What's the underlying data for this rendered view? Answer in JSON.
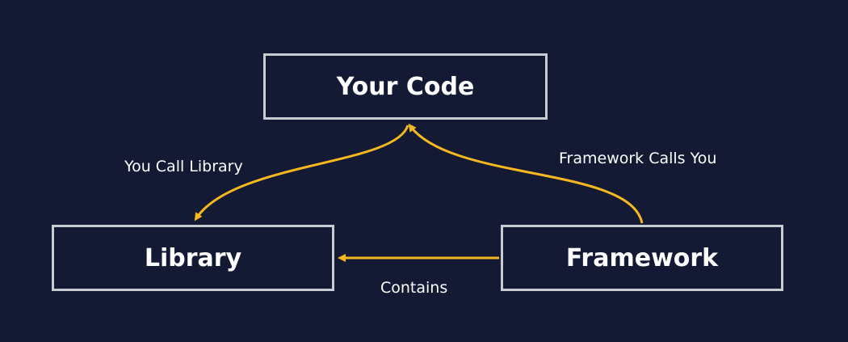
{
  "nodes": {
    "your_code": "Your Code",
    "library": "Library",
    "framework": "Framework"
  },
  "edges": {
    "you_call_library": "You Call Library",
    "framework_calls_you": "Framework Calls You",
    "contains": "Contains"
  },
  "colors": {
    "background": "#141a33",
    "box_border": "#c9cbd3",
    "arrow": "#f5b820",
    "text": "#ffffff"
  }
}
